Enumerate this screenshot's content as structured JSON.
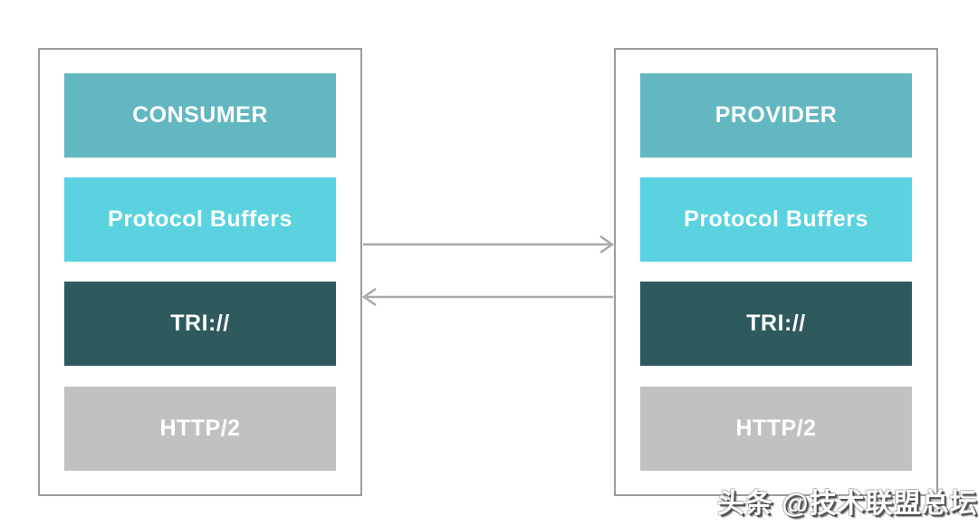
{
  "colors": {
    "header_teal": "#63b7c0",
    "protocol_cyan": "#5bd2e0",
    "tri_dark_teal": "#2e5a5e",
    "http_gray": "#c1c1c1",
    "arrow_gray": "#a9a9a9",
    "box_border_gray": "#9b9b9b",
    "label_text": "#ffffff"
  },
  "stacks": [
    {
      "name": "consumer",
      "layers": [
        {
          "label": "CONSUMER",
          "color": "#63b7c0"
        },
        {
          "label": "Protocol Buffers",
          "color": "#5bd2e0"
        },
        {
          "label": "TRI://",
          "color": "#2e5a5e"
        },
        {
          "label": "HTTP/2",
          "color": "#c1c1c1"
        }
      ]
    },
    {
      "name": "provider",
      "layers": [
        {
          "label": "PROVIDER",
          "color": "#63b7c0"
        },
        {
          "label": "Protocol Buffers",
          "color": "#5bd2e0"
        },
        {
          "label": "TRI://",
          "color": "#2e5a5e"
        },
        {
          "label": "HTTP/2",
          "color": "#c1c1c1"
        }
      ]
    }
  ],
  "arrows": [
    {
      "direction": "right"
    },
    {
      "direction": "left"
    }
  ],
  "watermark": {
    "text": "头条 @技术联盟总坛"
  }
}
